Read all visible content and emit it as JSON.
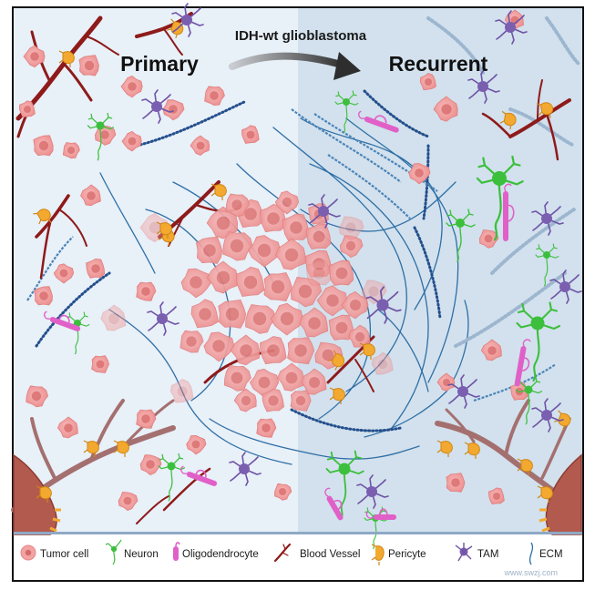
{
  "header": {
    "subtitle": "IDH-wt glioblastoma",
    "left_label": "Primary",
    "right_label": "Recurrent"
  },
  "legend": [
    {
      "label": "Tumor cell",
      "icon": "tumor-cell-icon"
    },
    {
      "label": "Neuron",
      "icon": "neuron-icon"
    },
    {
      "label": "Oligodendrocyte",
      "icon": "oligodendrocyte-icon"
    },
    {
      "label": "Blood Vessel",
      "icon": "blood-vessel-icon"
    },
    {
      "label": "Pericyte",
      "icon": "pericyte-icon"
    },
    {
      "label": "TAM",
      "icon": "tam-icon"
    },
    {
      "label": "ECM",
      "icon": "ecm-icon"
    }
  ],
  "watermark": "www.swzj.com",
  "colors": {
    "left_bg": "#e7f0f8",
    "right_bg": "#d3e2ee",
    "tumor": "#f2a3a3",
    "tumor_nucleus": "#d97070",
    "vessel": "#9b1b1b",
    "pericyte": "#f3a92f",
    "neuron": "#3cbf3c",
    "oligo": "#e060c8",
    "tam": "#7a5fb0",
    "ecm": "#2a6aa0",
    "arrow": "#3a3a3a"
  }
}
